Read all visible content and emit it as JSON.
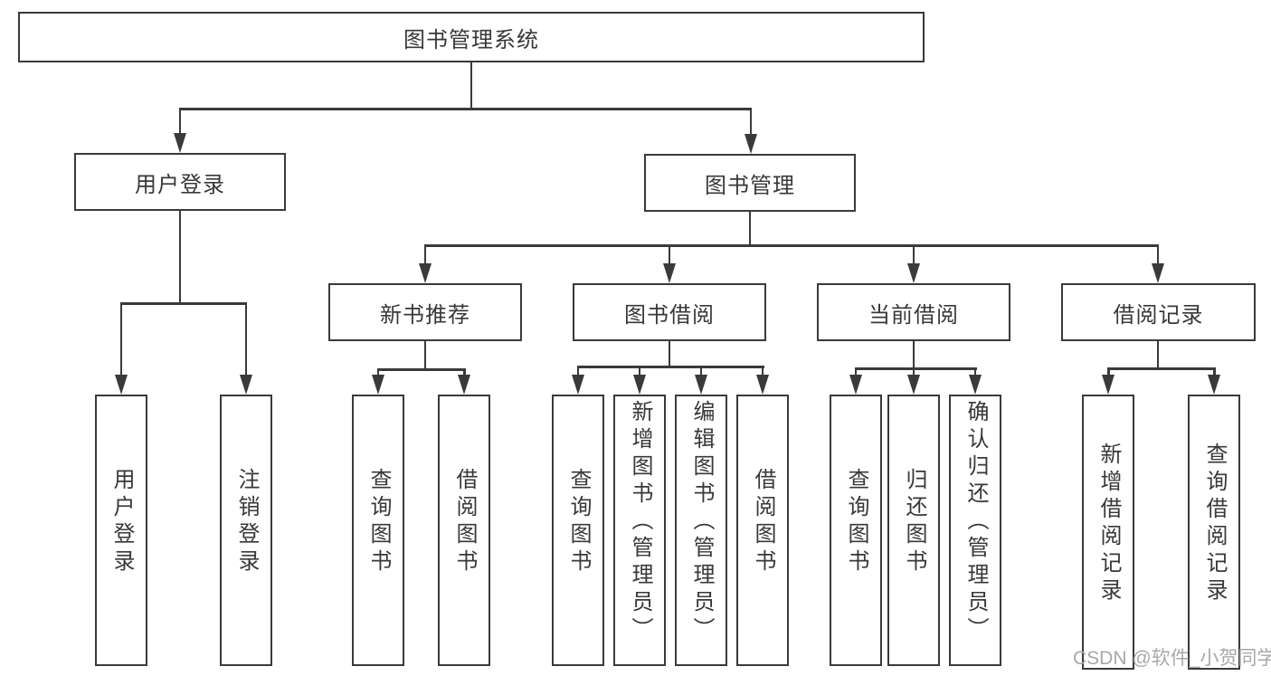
{
  "diagram": {
    "root": {
      "label": "图书管理系统"
    },
    "level2": {
      "user_login": {
        "label": "用户登录"
      },
      "book_mgmt": {
        "label": "图书管理"
      }
    },
    "level3": {
      "new_book_rec": {
        "label": "新书推荐"
      },
      "book_borrow": {
        "label": "图书借阅"
      },
      "current_borrow": {
        "label": "当前借阅"
      },
      "borrow_records": {
        "label": "借阅记录"
      }
    },
    "leaves": {
      "user_login": {
        "label": "用户登录"
      },
      "logout": {
        "label": "注销登录"
      },
      "rec_query_books": {
        "label": "查询图书"
      },
      "rec_borrow_books": {
        "label": "借阅图书"
      },
      "bb_query_books": {
        "label": "查询图书"
      },
      "bb_add_book_admin": {
        "label": "新增图书（管理员）"
      },
      "bb_edit_book_admin": {
        "label": "编辑图书（管理员）"
      },
      "bb_borrow_books": {
        "label": "借阅图书"
      },
      "cb_query_books": {
        "label": "查询图书"
      },
      "cb_return_book": {
        "label": "归还图书"
      },
      "cb_confirm_return_admin": {
        "label": "确认归还（管理员）"
      },
      "br_add_record": {
        "label": "新增借阅记录"
      },
      "br_query_record": {
        "label": "查询借阅记录"
      }
    }
  },
  "watermark": {
    "text": "CSDN @软件_小贺同学"
  },
  "colors": {
    "line": "#3a3a3a",
    "text": "#383838",
    "watermark": "#a8a8a8",
    "background": "#ffffff"
  }
}
